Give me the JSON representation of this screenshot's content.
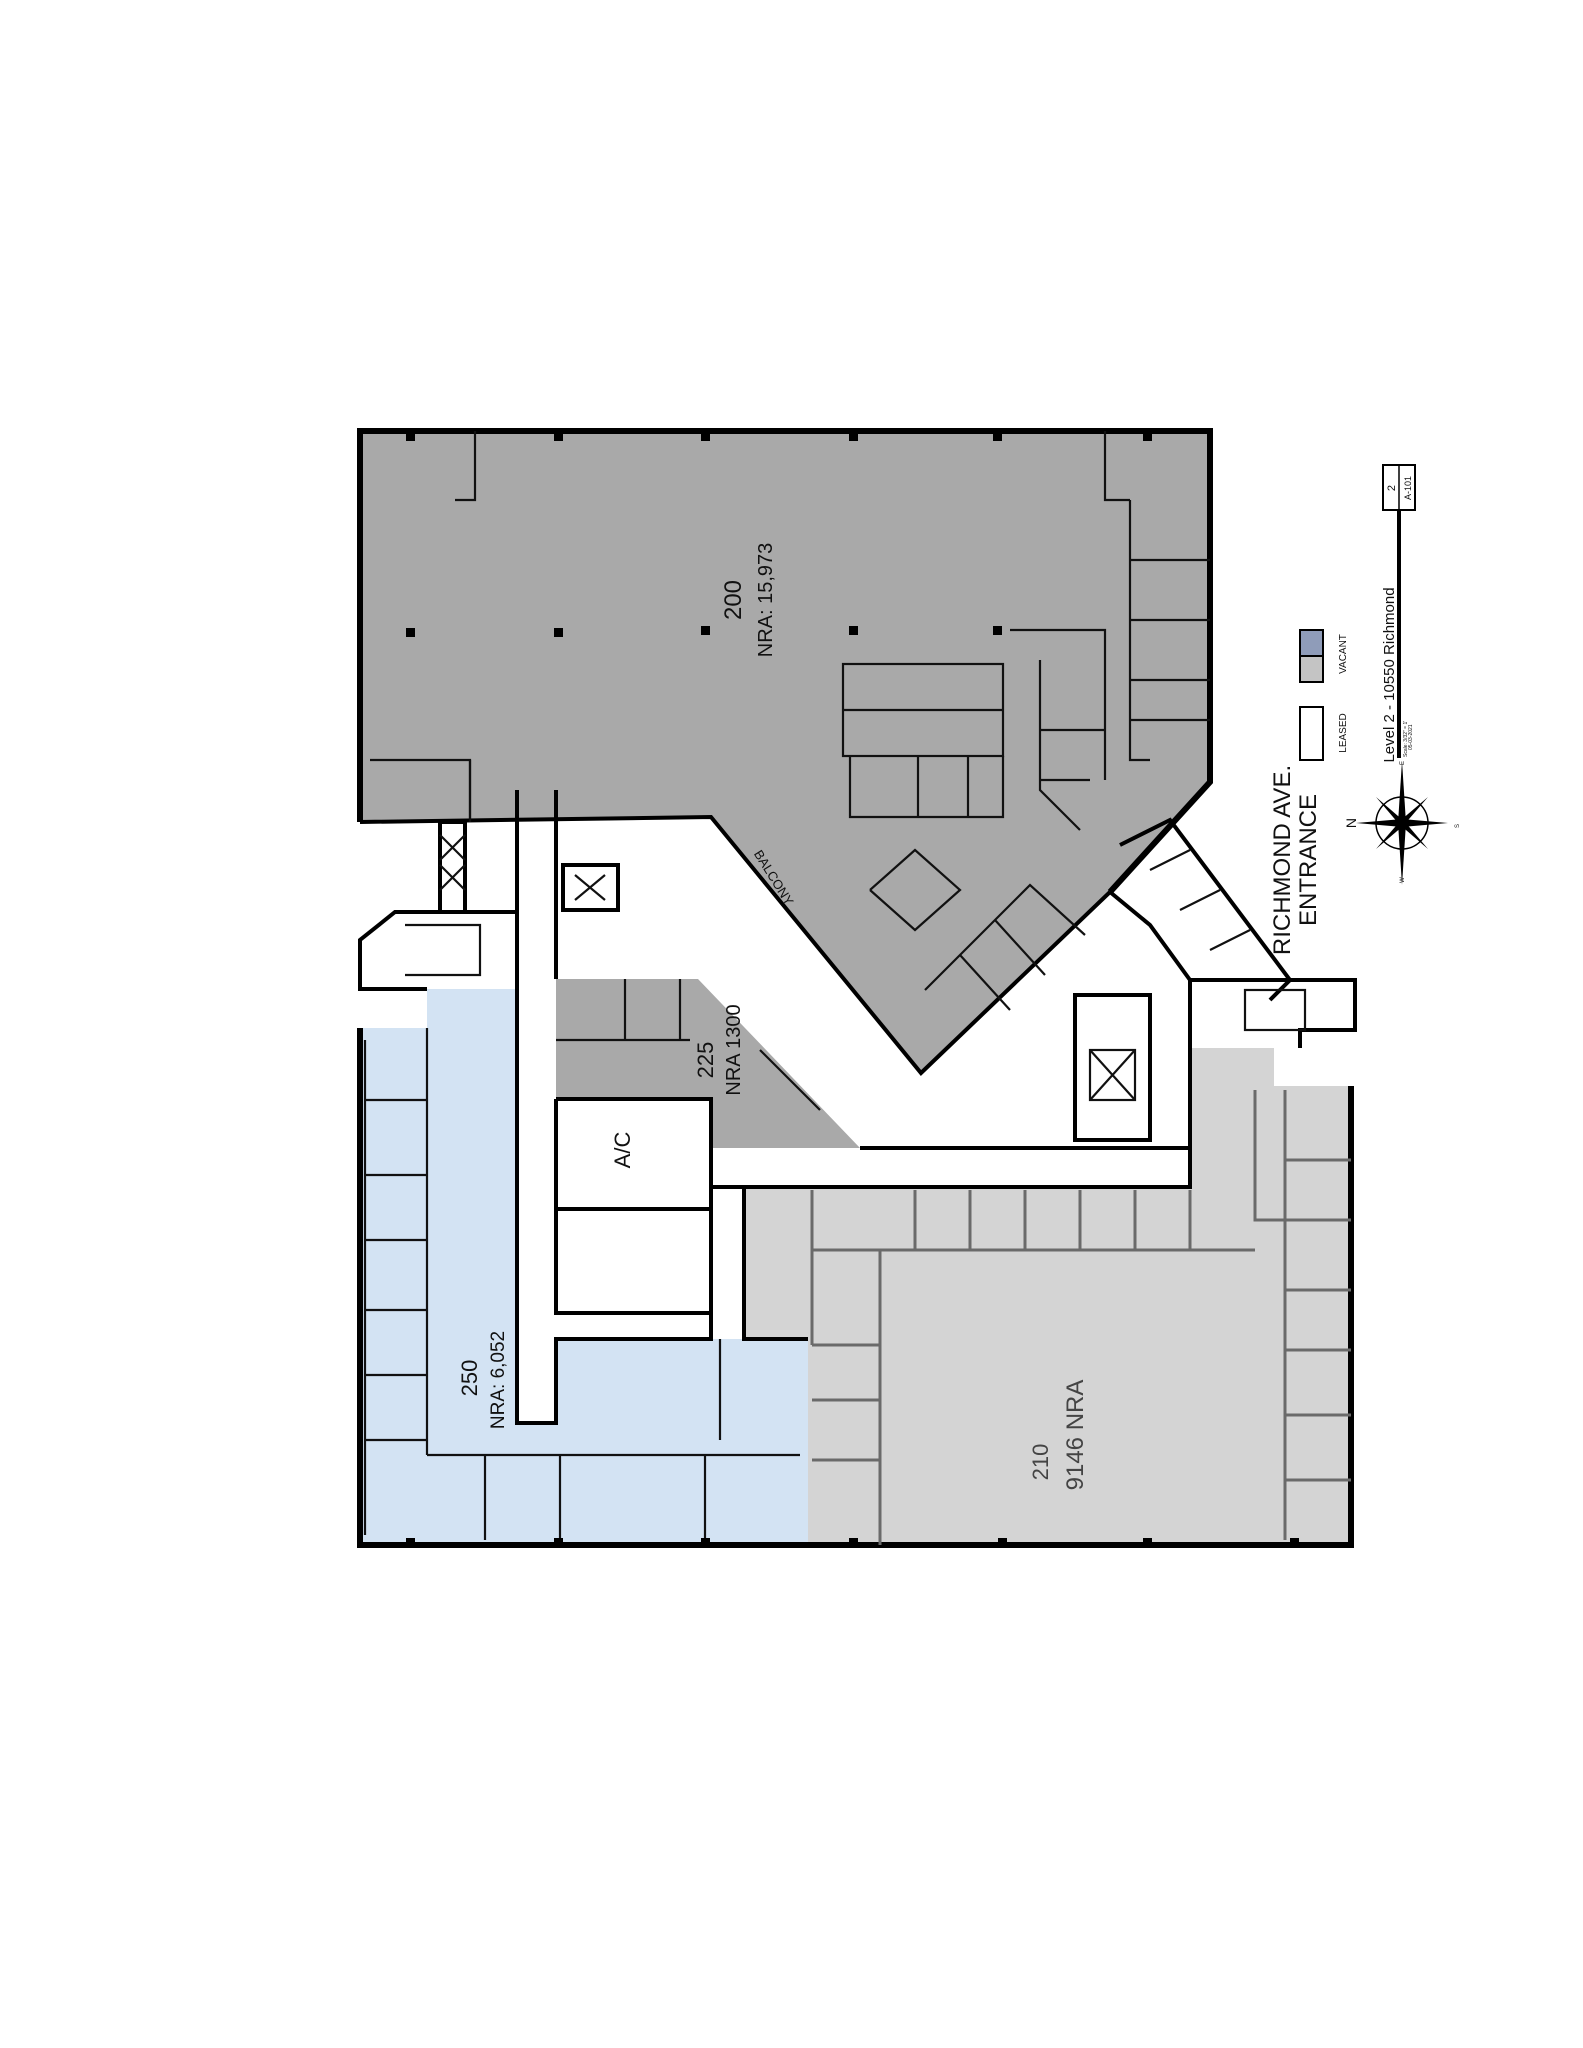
{
  "colors": {
    "suite_200": "#a9a9a9",
    "suite_225": "#a9a9a9",
    "suite_250": "#d3e3f3",
    "suite_210": "#d4d4d4",
    "leased": "#ffffff",
    "vacant_gray": "#c4c4c4",
    "vacant_blue": "#8f9cb9"
  },
  "suites": {
    "s200": {
      "number": "200",
      "nra": "NRA: 15,973"
    },
    "s225": {
      "number": "225",
      "nra": "NRA 1300"
    },
    "s250": {
      "number": "250",
      "nra": "NRA: 6,052"
    },
    "s210": {
      "number": "210",
      "nra": "9146 NRA"
    }
  },
  "rooms": {
    "ac": "A/C",
    "balcony": "BALCONY"
  },
  "entrance": {
    "line1": "RICHMOND AVE.",
    "line2": "ENTRANCE"
  },
  "compass": {
    "icon": "compass-rose-icon",
    "n": "N",
    "e": "E",
    "s": "S",
    "w": "W"
  },
  "legend": {
    "leased": "LEASED",
    "vacant": "VACANT"
  },
  "title_block": {
    "title": "Level 2 - 10550 Richmond",
    "scale": "Scale: 3/32\" = 1'",
    "date": "05-03-2021",
    "sheet_number": "2",
    "sheet_id": "A-101"
  }
}
